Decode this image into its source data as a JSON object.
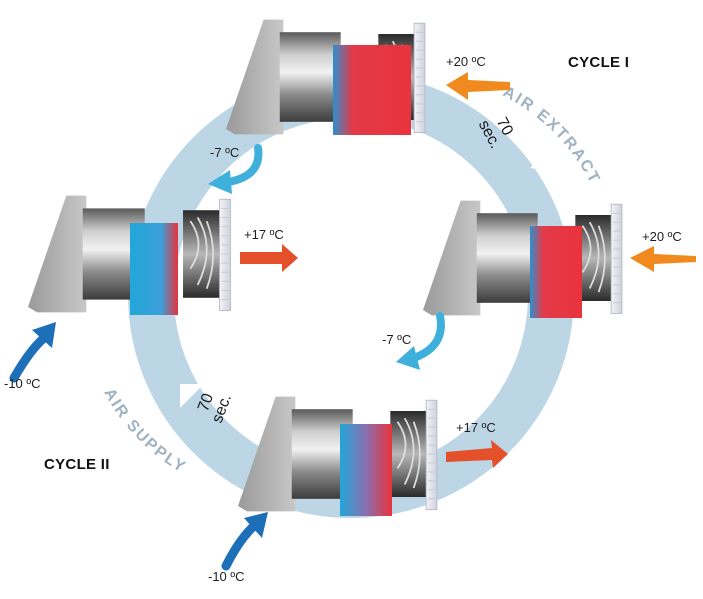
{
  "cycles": {
    "cycle_1": "CYCLE I",
    "cycle_2": "CYCLE II"
  },
  "arcs": {
    "extract": "AIR EXTRACT",
    "supply": "AIR SUPPLY"
  },
  "timers": {
    "extract_value": "70",
    "extract_unit": "sec.",
    "supply_value": "70",
    "supply_unit": "sec."
  },
  "temperatures": {
    "top_inside": "+20 ºC",
    "top_outside": "-7 ºC",
    "right_inside": "+20 ºC",
    "right_outside": "-7 ºC",
    "left_inside": "+17 ºC",
    "left_outside": "-10 ºC",
    "bottom_inside": "+17 ºC",
    "bottom_outside": "-10 ºC"
  },
  "colors": {
    "ring": "#bcd6e6",
    "warm_arrow": "#f08a1e",
    "hot_arrow": "#e4502a",
    "cold_arrow_light": "#3fb0dc",
    "cold_arrow_dark": "#1d6fb8",
    "exchanger_hot": "#e8333c",
    "exchanger_cold": "#23a6d8"
  },
  "icons": {
    "unit": "ventilator-unit-icon",
    "flow": "airflow-arrow-icon"
  }
}
